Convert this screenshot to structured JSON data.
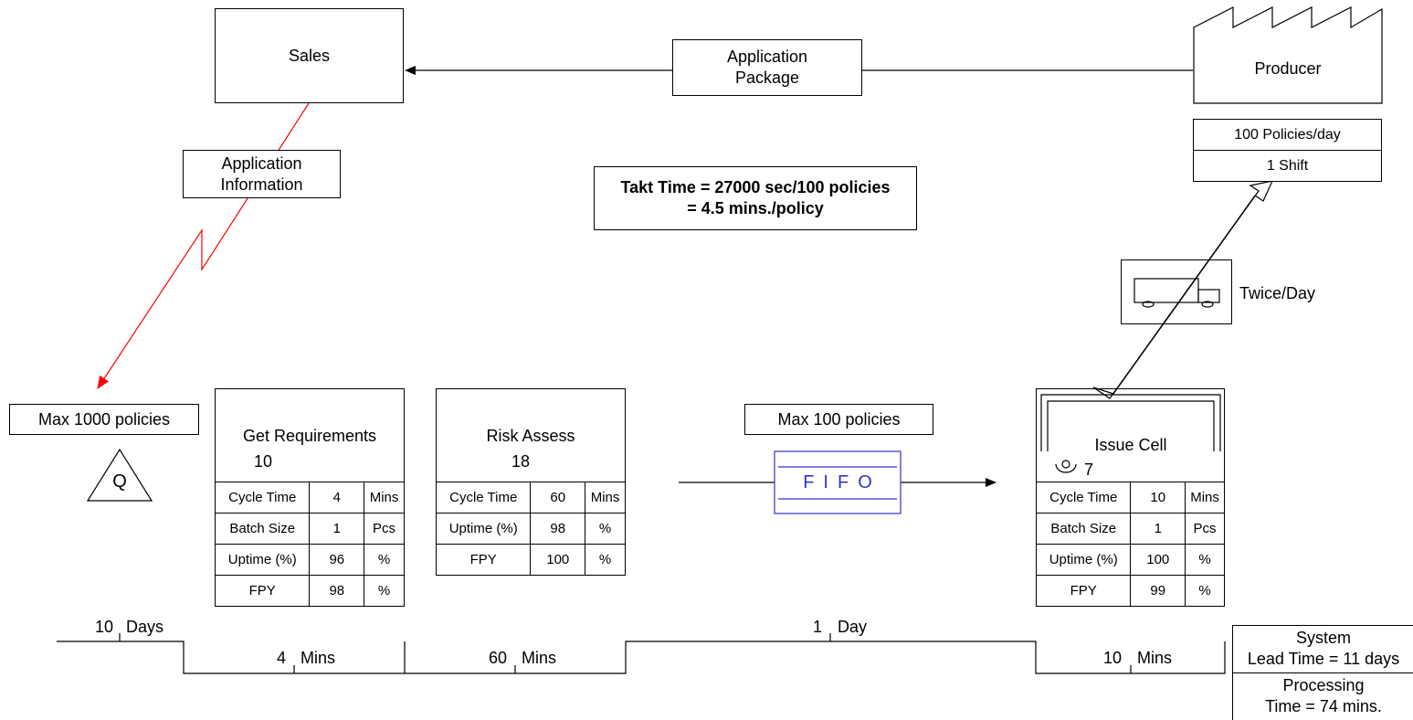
{
  "sales": {
    "label": "Sales"
  },
  "producer": {
    "label": "Producer",
    "demand": "100 Policies/day",
    "shifts": "1 Shift"
  },
  "app_package": {
    "line1": "Application",
    "line2": "Package"
  },
  "app_info": {
    "line1": "Application",
    "line2": "Information"
  },
  "takt": {
    "line1": "Takt Time = 27000 sec/100 policies",
    "line2": "= 4.5 mins./policy"
  },
  "shipment": {
    "frequency": "Twice/Day"
  },
  "inventory1": {
    "label": "Max 1000 policies",
    "symbol": "Q"
  },
  "inventory2": {
    "label": "Max 100 policies",
    "symbol": "FIFO"
  },
  "process1": {
    "name": "Get Requirements",
    "operators": "10",
    "rows": [
      {
        "metric": "Cycle Time",
        "value": "4",
        "unit": "Mins"
      },
      {
        "metric": "Batch Size",
        "value": "1",
        "unit": "Pcs"
      },
      {
        "metric": "Uptime (%)",
        "value": "96",
        "unit": "%"
      },
      {
        "metric": "FPY",
        "value": "98",
        "unit": "%"
      }
    ]
  },
  "process2": {
    "name": "Risk Assess",
    "operators": "18",
    "rows": [
      {
        "metric": "Cycle Time",
        "value": "60",
        "unit": "Mins"
      },
      {
        "metric": "Uptime (%)",
        "value": "98",
        "unit": "%"
      },
      {
        "metric": "FPY",
        "value": "100",
        "unit": "%"
      }
    ]
  },
  "process3": {
    "name": "Issue Cell",
    "operators": "7",
    "rows": [
      {
        "metric": "Cycle Time",
        "value": "10",
        "unit": "Mins"
      },
      {
        "metric": "Batch Size",
        "value": "1",
        "unit": "Pcs"
      },
      {
        "metric": "Uptime (%)",
        "value": "100",
        "unit": "%"
      },
      {
        "metric": "FPY",
        "value": "99",
        "unit": "%"
      }
    ]
  },
  "timeline": {
    "wait1": {
      "num": "10",
      "unit": "Days"
    },
    "proc1": {
      "num": "4",
      "unit": "Mins"
    },
    "proc2": {
      "num": "60",
      "unit": "Mins"
    },
    "wait2": {
      "num": "1",
      "unit": "Day"
    },
    "proc3": {
      "num": "10",
      "unit": "Mins"
    }
  },
  "summary": {
    "lead_line1": "System",
    "lead_line2": "Lead Time = 11 days",
    "proc_line1": "Processing",
    "proc_line2": "Time = 74 mins."
  },
  "colors": {
    "electronic_flow": "#ff0000",
    "fifo": "#0000cc"
  }
}
